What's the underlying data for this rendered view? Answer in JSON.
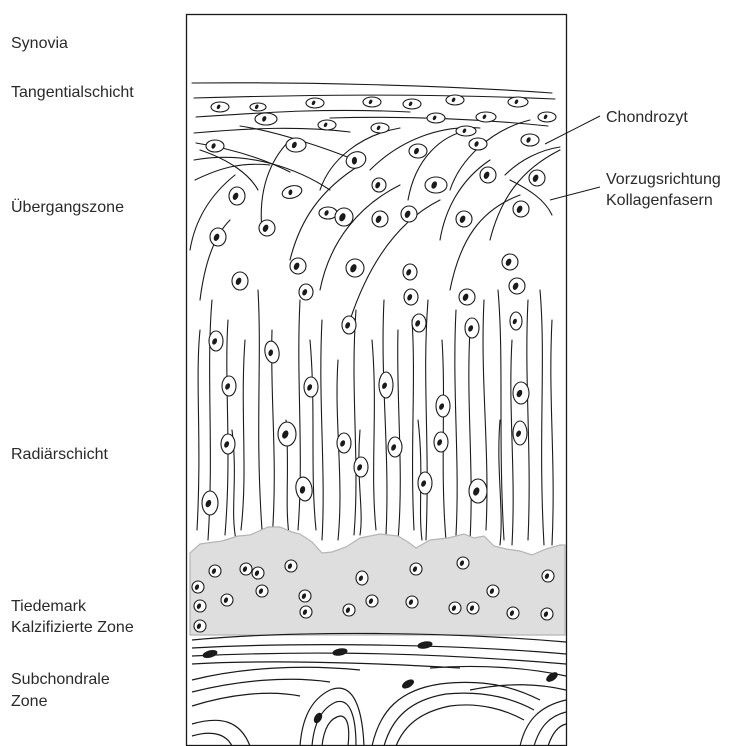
{
  "figure": {
    "labels_left": {
      "synovia": "Synovia",
      "tangential": "Tangentialschicht",
      "transition": "Übergangszone",
      "radial": "Radiärschicht",
      "tidemark": "Tiedemark",
      "calcified": "Kalzifizierte Zone",
      "subchondral_1": "Subchondrale",
      "subchondral_2": "Zone"
    },
    "labels_right": {
      "chondrocyte": "Chondrozyt",
      "fiber_direction_1": "Vorzugsrichtung",
      "fiber_direction_2": "Kollagenfasern"
    },
    "colors": {
      "ink": "#1a1a1a",
      "calcified_fill": "#dedede",
      "calcified_edge": "#b5b5b5",
      "background": "#ffffff"
    }
  }
}
